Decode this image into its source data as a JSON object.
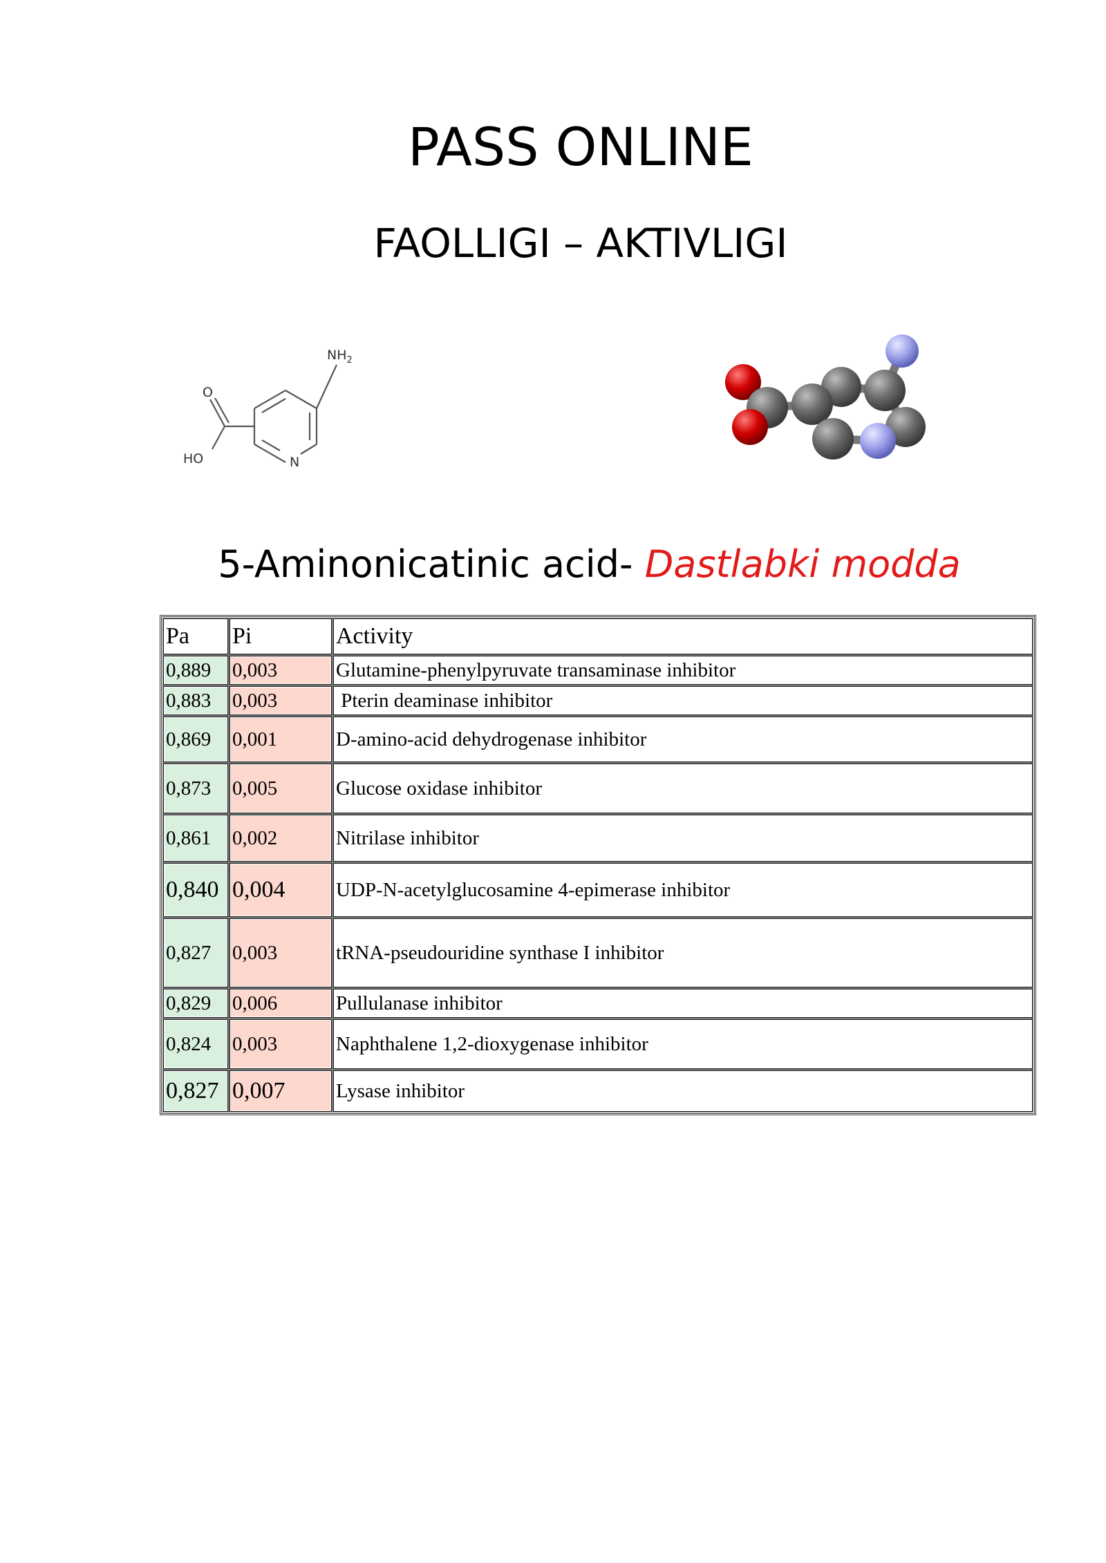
{
  "header": {
    "title": "PASS ONLINE",
    "subtitle": "FAOLLIGI – AKTIVLIGI"
  },
  "structure_2d": {
    "label_nh2": "NH",
    "label_nh2_sub": "2",
    "label_o": "O",
    "label_ho": "HO",
    "label_n": "N"
  },
  "compound": {
    "name": "5-Aminonicatinic acid-",
    "role": "Dastlabki modda"
  },
  "colors": {
    "role_text": "#e21a1a",
    "pa_fill": "#d9f0df",
    "pi_fill": "#fcd8ce",
    "oxygen": "#d00000",
    "nitrogen": "#9fa3ea",
    "carbon": "#6a6a6a"
  },
  "table": {
    "headers": {
      "pa": "Pa",
      "pi": "Pi",
      "activity": "Activity"
    },
    "rows": [
      {
        "pa": "0,889",
        "pi": "0,003",
        "activity": "Glutamine-phenylpyruvate transaminase inhibitor"
      },
      {
        "pa": "0,883",
        "pi": "0,003",
        "activity": " Pterin deaminase inhibitor"
      },
      {
        "pa": "0,869",
        "pi": "0,001",
        "activity": "D-amino-acid dehydrogenase inhibitor"
      },
      {
        "pa": "0,873",
        "pi": "0,005",
        "activity": "Glucose oxidase inhibitor"
      },
      {
        "pa": "0,861",
        "pi": "0,002",
        "activity": "Nitrilase inhibitor"
      },
      {
        "pa": "0,840",
        "pi": "0,004",
        "activity": "UDP-N-acetylglucosamine 4-epimerase inhibitor"
      },
      {
        "pa": "0,827",
        "pi": "0,003",
        "activity": "tRNA-pseudouridine synthase I inhibitor"
      },
      {
        "pa": "0,829",
        "pi": "0,006",
        "activity": "Pullulanase inhibitor"
      },
      {
        "pa": "0,824",
        "pi": "0,003",
        "activity": "Naphthalene 1,2-dioxygenase inhibitor"
      },
      {
        "pa": "0,827",
        "pi": "0,007",
        "activity": "Lysase inhibitor"
      }
    ]
  }
}
